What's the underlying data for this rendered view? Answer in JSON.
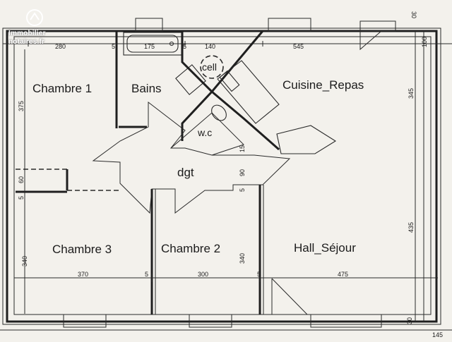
{
  "logo": {
    "line1": "Immobilier",
    "line2": "notaires.fr"
  },
  "rooms": {
    "chambre1": "Chambre 1",
    "bains": "Bains",
    "cuisine": "Cuisine_Repas",
    "wc": "w.c",
    "cell": "cell",
    "dgt": "dgt",
    "chambre3": "Chambre 3",
    "chambre2": "Chambre 2",
    "hall": "Hall_Séjour"
  },
  "dims": {
    "top_280": "280",
    "top_5a": "5",
    "top_175": "175",
    "top_5b": "5",
    "top_140": "140",
    "top_545": "545",
    "corner_30a": "30",
    "right_100": "100",
    "right_345": "345",
    "right_435": "435",
    "left_375": "375",
    "left_60": "60",
    "left_5": "5",
    "left_340": "340",
    "mid_15": "15",
    "mid_90": "90",
    "mid_5": "5",
    "bot_370": "370",
    "bot_5a": "5",
    "bot_300": "300",
    "bot_5b": "5",
    "bot_475": "475",
    "c2_340": "340",
    "corner_30b": "30",
    "edge_145": "145"
  },
  "colors": {
    "paper": "#f3f1ec",
    "ink": "#1f1f1f"
  }
}
